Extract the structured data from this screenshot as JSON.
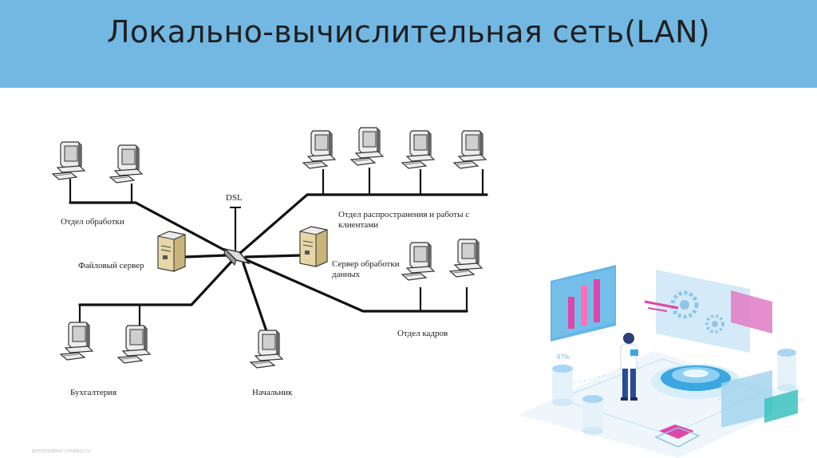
{
  "slide": {
    "title": "Локально-вычислительная сеть(LAN)",
    "footer": "presentation-creation.ru"
  },
  "diagram": {
    "hub_label": "DSL",
    "labels": {
      "processing_dept": "Отдел обработки",
      "distribution_dept_line1": "Отдел распространения и работы с",
      "distribution_dept_line2": "клиентами",
      "file_server": "Файловый сервер",
      "data_server_line1": "Сервер обработки",
      "data_server_line2": "данных",
      "hr_dept": "Отдел кадров",
      "accounting": "Бухгалтерия",
      "boss": "Начальник"
    }
  },
  "illustration": {
    "percent_label": "67%"
  },
  "colors": {
    "header_bg": "#72b8e3",
    "illustration_blue": "#3ba7e0",
    "illustration_magenta": "#d63fa0"
  }
}
